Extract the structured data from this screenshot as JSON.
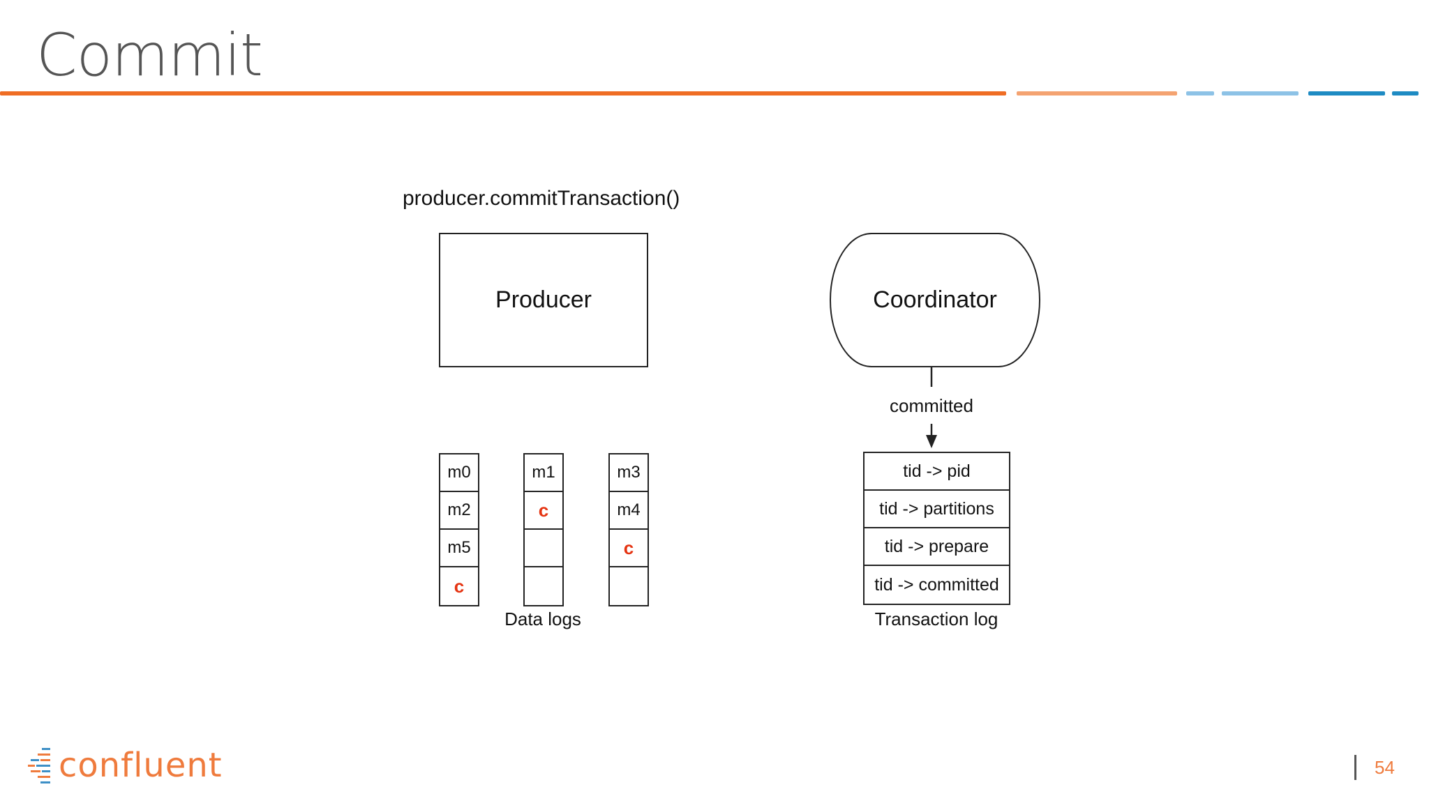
{
  "slide": {
    "title": "Commit",
    "page_number": "54",
    "rule_colors": [
      "#ef6d24",
      "#f4a371",
      "#8dc2e6",
      "#8dc2e6",
      "#1e8bc3",
      "#1e8bc3"
    ]
  },
  "diagram": {
    "call_label": "producer.commitTransaction()",
    "producer_label": "Producer",
    "coordinator_label": "Coordinator",
    "edge_label": "committed",
    "data_logs": {
      "caption": "Data logs",
      "columns": [
        [
          "m0",
          "m2",
          "m5",
          "c"
        ],
        [
          "m1",
          "c",
          "",
          ""
        ],
        [
          "m3",
          "m4",
          "c",
          ""
        ]
      ]
    },
    "transaction_log": {
      "caption": "Transaction log",
      "rows": [
        "tid -> pid",
        "tid -> partitions",
        "tid -> prepare",
        "tid -> committed"
      ]
    },
    "marker_color": "#e53412"
  },
  "logo": {
    "text": "confluent",
    "icon": "confluent-logo-icon"
  }
}
